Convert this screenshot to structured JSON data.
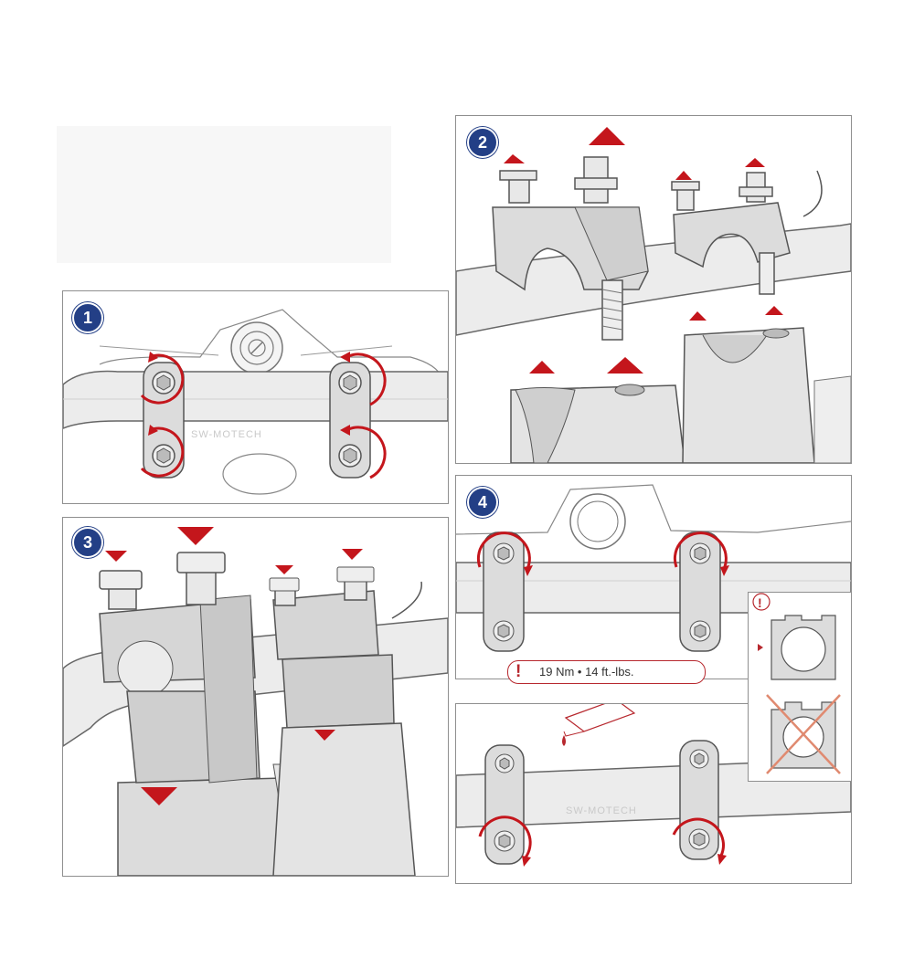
{
  "steps": [
    {
      "number": "1"
    },
    {
      "number": "2"
    },
    {
      "number": "3"
    },
    {
      "number": "4"
    }
  ],
  "torque_spec": "19 Nm • 14 ft.-lbs.",
  "warning_icon": "exclamation-icon",
  "watermark_text": "SW-MOTECH",
  "colors": {
    "accent_red": "#c4161c",
    "badge_blue": "#233f86",
    "part_gray": "#dcdcdc",
    "outline": "#555555"
  }
}
